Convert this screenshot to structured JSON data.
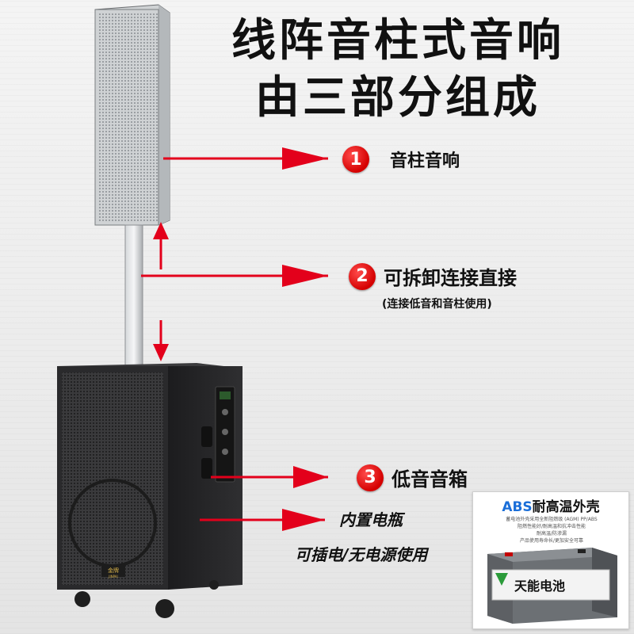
{
  "title": {
    "line1": "线阵音柱式音响",
    "line2": "由三部分组成"
  },
  "callouts": [
    {
      "number": "1",
      "label": "音柱音响"
    },
    {
      "number": "2",
      "label": "可拆卸连接直接",
      "note": "(连接低音和音柱使用)"
    },
    {
      "number": "3",
      "label": "低音音箱"
    }
  ],
  "notes": {
    "builtin_battery": "内置电瓶",
    "power_usage": "可插电/无电源使用"
  },
  "battery": {
    "title_abs": "ABS",
    "title_rest": "耐高温外壳",
    "fine_print_1": "蓄电池外壳采用全新阻燃级 (AGM) PP/ABS",
    "fine_print_2": "阻燃性能好/耐高温和抗冲击性能",
    "fine_print_3": "耐高温/防渗漏",
    "fine_print_4": "产品使用寿命长/更加安全可靠",
    "brand": "天能电池"
  },
  "speaker": {
    "logo_text": "金牌",
    "logo_sub": "JINPAI"
  },
  "colors": {
    "accent_red": "#d40000",
    "arrow_red": "#e3001b",
    "cabinet": "#2a2a2c",
    "abs_blue": "#1a6ed8"
  }
}
